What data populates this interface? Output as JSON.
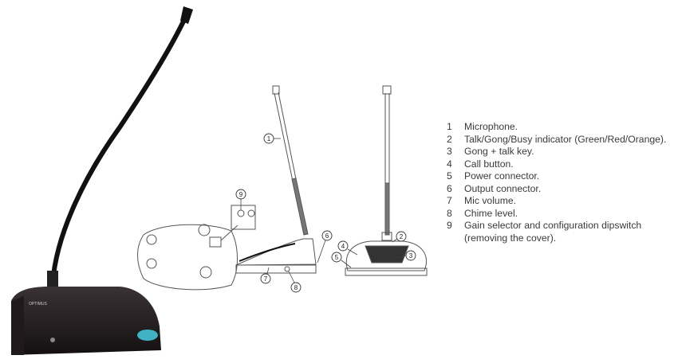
{
  "photo": {
    "brand_label": "OPTIMUS"
  },
  "callouts": [
    "1",
    "2",
    "3",
    "4",
    "5",
    "6",
    "7",
    "8",
    "9"
  ],
  "legend": [
    {
      "num": "1",
      "text": "Microphone."
    },
    {
      "num": "2",
      "text": "Talk/Gong/Busy indicator (Green/Red/Orange)."
    },
    {
      "num": "3",
      "text": "Gong + talk key."
    },
    {
      "num": "4",
      "text": "Call button."
    },
    {
      "num": "5",
      "text": "Power connector."
    },
    {
      "num": "6",
      "text": "Output connector."
    },
    {
      "num": "7",
      "text": "Mic volume."
    },
    {
      "num": "8",
      "text": "Chime level."
    },
    {
      "num": "9",
      "text": "Gain selector and configuration dipswitch"
    },
    {
      "num": "",
      "text": "(removing the cover)."
    }
  ]
}
